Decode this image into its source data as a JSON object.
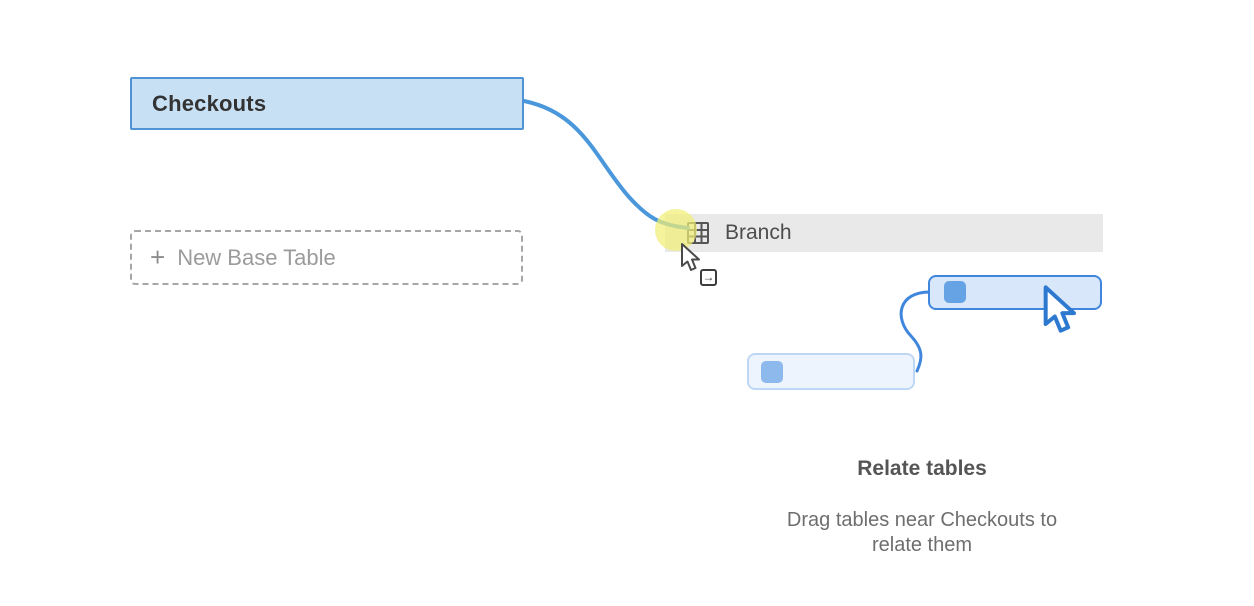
{
  "canvas": {
    "name": "data-model-canvas"
  },
  "tables": {
    "checkouts": {
      "label": "Checkouts"
    },
    "new_base_table": {
      "label": "New Base Table"
    },
    "dragged_table": {
      "label": "Branch"
    }
  },
  "icons": {
    "plus": "+",
    "move_arrow": "→",
    "table_grid": "table-grid-icon",
    "drag_cursor": "drag-cursor-icon",
    "pointer_cursor": "pointer-cursor-icon"
  },
  "hint": {
    "title": "Relate tables",
    "line1": "Drag tables near Checkouts to",
    "line2": "relate them"
  },
  "colors": {
    "table_fill": "#c7e0f4",
    "table_border": "#4f93d4",
    "noodle_blue": "#4a97dc",
    "drag_bar_fill": "#e9e9e9",
    "drop_highlight": "#f1ee76",
    "mini_front_border": "#3f86dc",
    "mini_front_fill": "#d8e7fa",
    "mini_back_border": "#bed7f4",
    "mini_back_fill": "#edf4fd"
  }
}
